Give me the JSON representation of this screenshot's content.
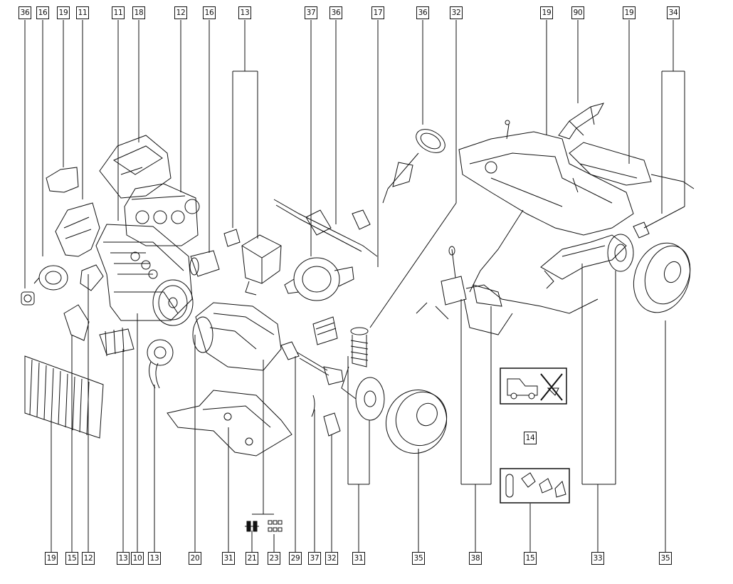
{
  "callouts_top": [
    "36",
    "16",
    "19",
    "11",
    "11",
    "18",
    "12",
    "16",
    "13",
    "37",
    "36",
    "17",
    "36",
    "32",
    "19",
    "90",
    "19",
    "34"
  ],
  "callouts_bottom": [
    "19",
    "15",
    "12",
    "13",
    "10",
    "13",
    "20",
    "31",
    "21",
    "23",
    "29",
    "37",
    "32",
    "31",
    "35",
    "38",
    "15",
    "33",
    "35"
  ],
  "callouts_middle": [
    "14"
  ],
  "icon_boxes": [
    {
      "name": "vehicle-lift-prohibited-icon"
    },
    {
      "name": "timing-belt-kit-icon"
    }
  ],
  "line_color": "#111111"
}
